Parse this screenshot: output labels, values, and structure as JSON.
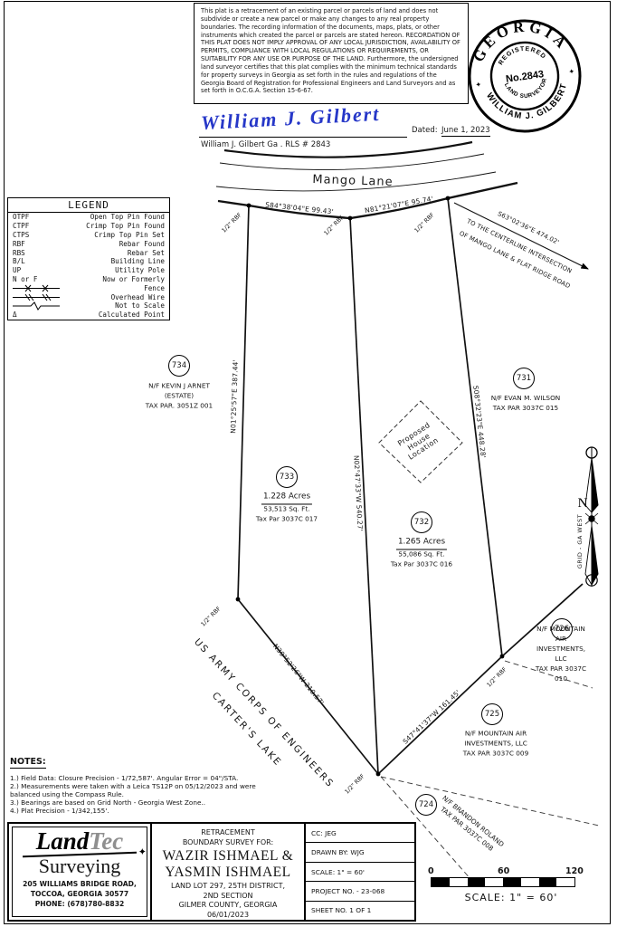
{
  "certification": {
    "text": "This plat is a retracement of an existing parcel or parcels of land and does not subdivide or create a new parcel or make any changes to any real property boundaries. The recording information of the documents, maps, plats, or other instruments which created the parcel or parcels are stated hereon. RECORDATION OF THIS PLAT DOES NOT IMPLY APPROVAL OF ANY LOCAL JURISDICTION, AVAILABILITY OF PERMITS, COMPLIANCE WITH LOCAL REGULATIONS OR REQUIREMENTS, OR SUITABILITY FOR ANY USE OR PURPOSE OF THE LAND. Furthermore, the undersigned land surveyor certifies that this plat complies with the minimum technical standards for property surveys in Georgia as set forth in the rules and regulations of the Georgia Board of Registration for Professional Engineers and Land Surveyors and as set forth in O.C.G.A. Section 15-6-67."
  },
  "seal": {
    "state": "GEORGIA",
    "registered": "REGISTERED",
    "number": "No.2843",
    "title": "LAND SURVEYOR",
    "name": "WILLIAM J. GILBERT",
    "star": "✦"
  },
  "signature": {
    "script": "William J. Gilbert",
    "dated_label": "Dated:",
    "date": "June 1, 2023",
    "printed": "William J. Gilbert Ga . RLS # 2843"
  },
  "road": {
    "name": "Mango Lane",
    "note1": "TO THE CENTERLINE INTERSECTION",
    "note2": "OF MANGO LANE & FLAT RIDGE ROAD"
  },
  "bearings": {
    "road_left": "S84°38'04\"E 99.43'",
    "road_right": "N81°21'07\"E 95.74'",
    "centerline": "S63°02'36\"E 474.02'",
    "west": "N01°25'57\"E 387.44'",
    "middle": "N02°47'33\"W 540.27'",
    "east": "S08°32'23\"E 448.28'",
    "southwest": "N39°52'26\"W 210.57'",
    "southeast": "S47°41'37\"W 161.45'"
  },
  "marker": {
    "rbf": "1/2\" RBF"
  },
  "legend": {
    "title": "LEGEND",
    "rows": [
      {
        "abbr": "OTPF",
        "desc": "Open Top Pin Found"
      },
      {
        "abbr": "CTPF",
        "desc": "Crimp Top Pin Found"
      },
      {
        "abbr": "CTPS",
        "desc": "Crimp Top Pin Set"
      },
      {
        "abbr": "RBF",
        "desc": "Rebar Found"
      },
      {
        "abbr": "RBS",
        "desc": "Rebar Set"
      },
      {
        "abbr": "B/L",
        "desc": "Building Line"
      },
      {
        "abbr": "UP",
        "desc": "Utility Pole"
      },
      {
        "abbr": "N or F",
        "desc": "Now or Formerly"
      },
      {
        "abbr": "",
        "desc": "Fence"
      },
      {
        "abbr": "",
        "desc": "Overhead Wire"
      },
      {
        "abbr": "",
        "desc": "Not to Scale"
      },
      {
        "abbr": "Δ",
        "desc": "Calculated Point"
      }
    ]
  },
  "parcels": {
    "p734": {
      "num": "734",
      "l1": "N/F KEVIN J ARNET",
      "l2": "(ESTATE)",
      "l3": "TAX PAR. 3051Z 001"
    },
    "p731": {
      "num": "731",
      "l1": "N/F EVAN M. WILSON",
      "l2": "TAX PAR 3037C 015"
    },
    "p733": {
      "num": "733",
      "acres": "1.228 Acres",
      "sqft": "53,513 Sq. Ft.",
      "tax": "Tax Par 3037C 017"
    },
    "p732": {
      "num": "732",
      "acres": "1.265 Acres",
      "sqft": "55,086 Sq. Ft.",
      "tax": "Tax Par 3037C 016"
    },
    "p726": {
      "num": "726",
      "l1": "N/F MOUNTAIN AIR",
      "l2": "INVESTMENTS, LLC",
      "l3": "TAX PAR 3037C 010"
    },
    "p725": {
      "num": "725",
      "l1": "N/F MOUNTAIN AIR",
      "l2": "INVESTMENTS, LLC",
      "l3": "TAX PAR 3037C 009"
    },
    "p724": {
      "num": "724",
      "l1": "N/F BRANDON ROLAND",
      "l2": "TAX PAR 3037C 008"
    }
  },
  "house": {
    "l1": "Proposed",
    "l2": "House",
    "l3": "Location"
  },
  "north": {
    "n": "N",
    "label": "GRID - GA WEST"
  },
  "corps": {
    "l1": "US ARMY CORPS OF ENGINEERS",
    "l2": "CARTER'S LAKE"
  },
  "notes": {
    "title": "NOTES:",
    "items": [
      "1.) Field Data:  Closure Precision - 1/72,587'.  Angular Error = 04\"/STA.",
      "2.) Measurements were taken with a Leica TS12P on 05/12/2023 and were balanced using the Compass Rule.",
      "3.) Bearings are based on Grid North - Georgia West Zone..",
      "4.) Plat Precision - 1/342,155'."
    ]
  },
  "titleblock": {
    "firm": {
      "name1": "Land",
      "name2": "Tec",
      "mark": "✦",
      "sub": "Surveying",
      "addr1": "205 WILLIAMS BRIDGE ROAD,",
      "addr2": "TOCCOA, GEORGIA 30577",
      "phone": "PHONE: (678)780-8832"
    },
    "title": {
      "line1": "RETRACEMENT",
      "line2": "BOUNDARY SURVEY FOR:",
      "client1": "WAZIR ISHMAEL &",
      "client2": "YASMIN ISHMAEL",
      "loc1": "LAND LOT 297, 25TH DISTRICT,",
      "loc2": "2ND SECTION",
      "loc3": "GILMER COUNTY, GEORGIA",
      "date": "06/01/2023"
    },
    "info": {
      "cc": "CC:  JEG",
      "drawn": "DRAWN BY:  WJG",
      "scale": "SCALE:  1\" = 60'",
      "project": "PROJECT NO. - 23-068",
      "sheet": "SHEET NO. 1 OF 1"
    }
  },
  "scalebar": {
    "ticks": [
      "0",
      "60",
      "120"
    ],
    "label": "SCALE: 1\" = 60'"
  }
}
